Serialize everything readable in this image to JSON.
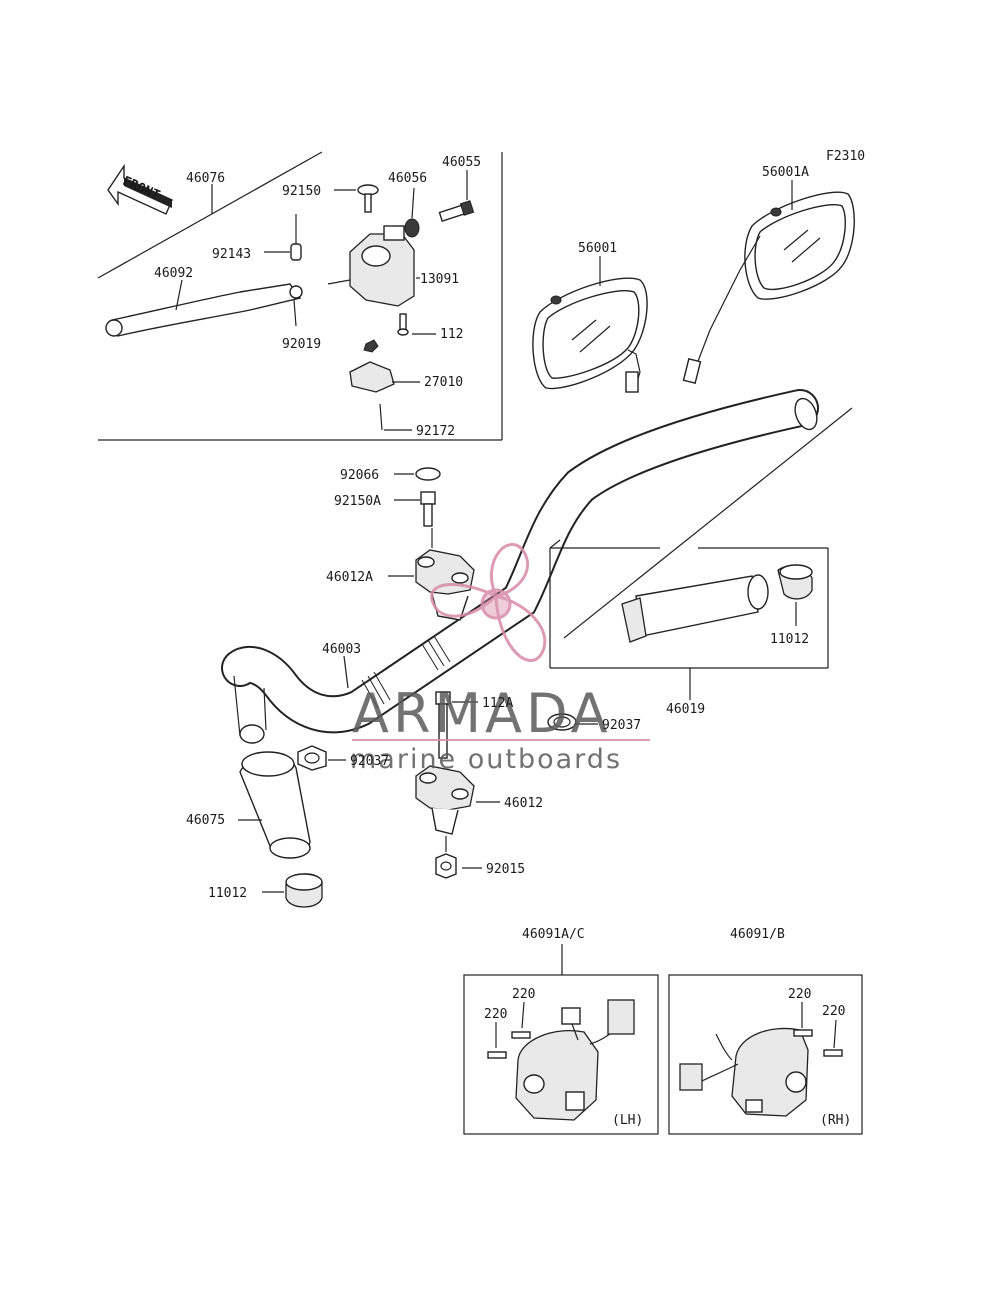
{
  "figure_code": "F2310",
  "front_arrow": {
    "label": "FRONT",
    "icon": "front-arrow-icon"
  },
  "watermark": {
    "brand": "ARMADA",
    "tagline": "marine outboards",
    "icon": "propeller-logo-icon",
    "color": "#d88aa6"
  },
  "parts": {
    "p46076": "46076",
    "p46055": "46055",
    "p92150": "92150",
    "p46056": "46056",
    "p92143": "92143",
    "p13091": "13091",
    "p46092": "46092",
    "p112": "112",
    "p92019": "92019",
    "p27010": "27010",
    "p92172": "92172",
    "p56001A": "56001A",
    "p56001": "56001",
    "p92066": "92066",
    "p92150A": "92150A",
    "p46012A": "46012A",
    "p11012_right": "11012",
    "p46003": "46003",
    "p112A": "112A",
    "p92037_right": "92037",
    "p46019": "46019",
    "p92037_left": "92037",
    "p46012": "46012",
    "p46075": "46075",
    "p92015": "92015",
    "p11012_left": "11012",
    "p46091AC": "46091A/C",
    "p46091B": "46091/B",
    "p220_lh_a": "220",
    "p220_lh_b": "220",
    "p220_rh_a": "220",
    "p220_rh_b": "220"
  },
  "switch_boxes": {
    "left_side": "(LH)",
    "right_side": "(RH)"
  }
}
